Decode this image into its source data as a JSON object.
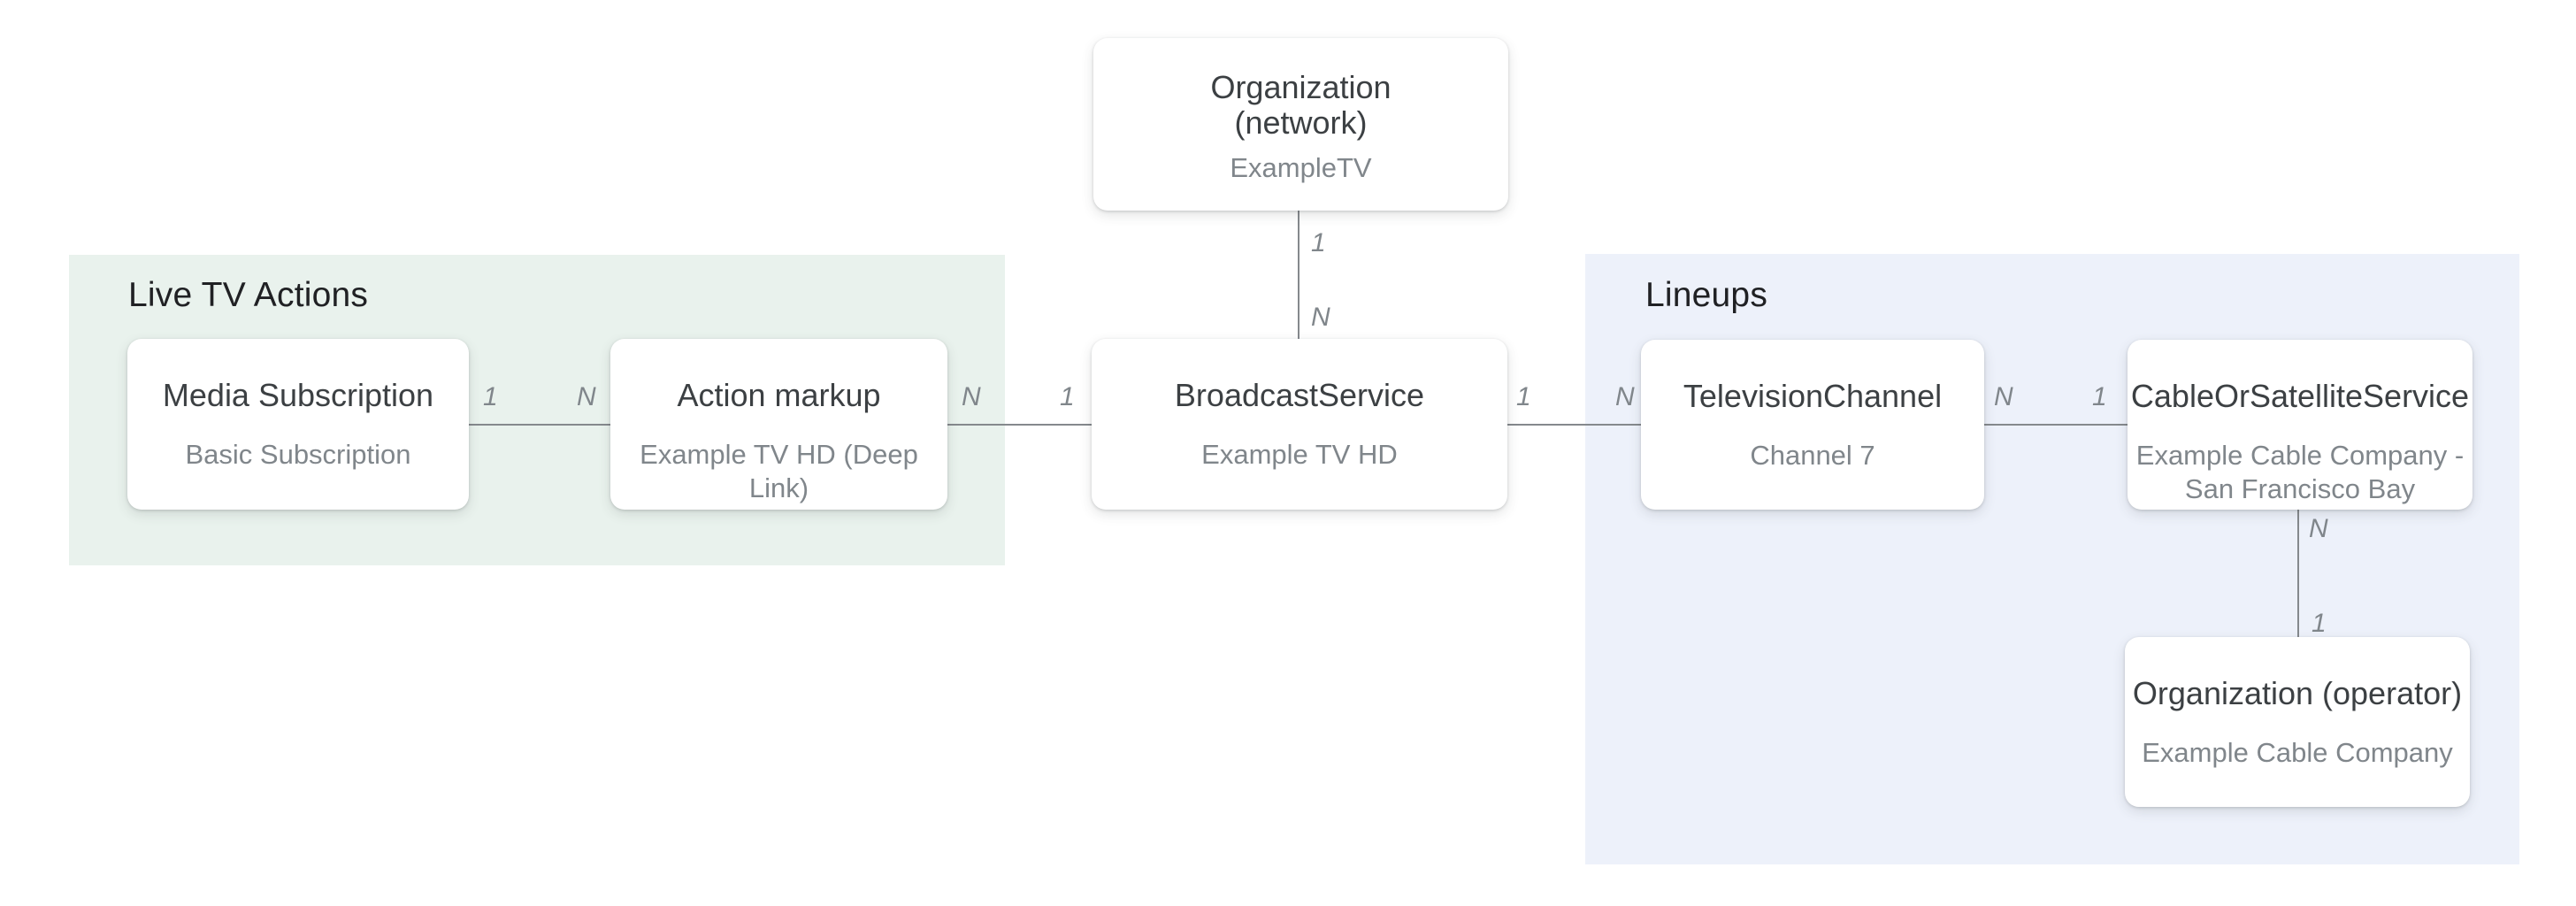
{
  "colors": {
    "page_background": "#ffffff",
    "group_live_tv_background": "#e9f2ed",
    "group_lineups_background": "#edf1fa",
    "card_background": "#ffffff",
    "card_title_text": "#3c4043",
    "card_subtitle_text": "#80868b",
    "group_title_text": "#202124",
    "connector_line": "#85898d",
    "cardinality_label_text": "#80868b"
  },
  "groups": {
    "live_tv_actions": {
      "title": "Live TV Actions"
    },
    "lineups": {
      "title": "Lineups"
    }
  },
  "nodes": {
    "organization_network": {
      "title": [
        "Organization",
        "(network)"
      ],
      "subtitle": "ExampleTV"
    },
    "media_subscription": {
      "title": "Media Subscription",
      "subtitle": "Basic Subscription"
    },
    "action_markup": {
      "title": "Action markup",
      "subtitle": "Example TV HD (Deep Link)"
    },
    "broadcast_service": {
      "title": "BroadcastService",
      "subtitle": "Example TV HD"
    },
    "television_channel": {
      "title": "TelevisionChannel",
      "subtitle": "Channel 7"
    },
    "cable_or_satellite_service": {
      "title": "CableOrSatelliteService",
      "subtitle": [
        "Example Cable Company -",
        "San Francisco Bay"
      ]
    },
    "organization_operator": {
      "title": "Organization (operator)",
      "subtitle": "Example Cable Company"
    }
  },
  "relations": {
    "network_to_broadcast": {
      "near": "1",
      "far": "N"
    },
    "subscription_to_action": {
      "near": "1",
      "far": "N"
    },
    "action_to_broadcast": {
      "near": "N",
      "far": "1"
    },
    "broadcast_to_channel": {
      "near": "1",
      "far": "N"
    },
    "channel_to_cable": {
      "near": "N",
      "far": "1"
    },
    "cable_to_operator": {
      "near": "N",
      "far": "1"
    }
  }
}
